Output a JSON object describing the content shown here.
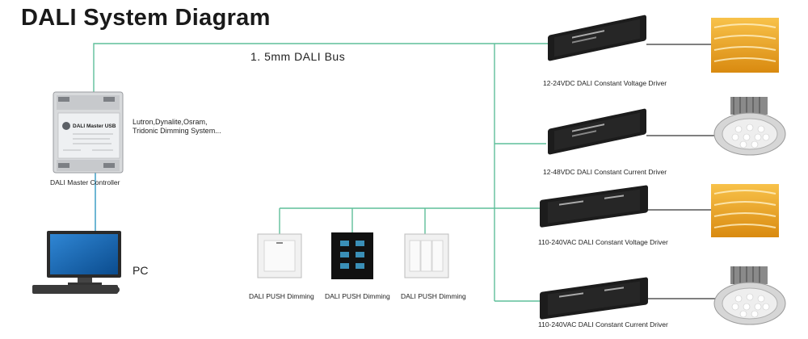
{
  "title": "DALI System Diagram",
  "bus_label": "1. 5mm DALI Bus",
  "controller": {
    "label": "DALI Master Controller",
    "device_text": "DALI Master USB",
    "protocols": [
      "Lutron,Dynalite,Osram,",
      "Tridonic Dimming System..."
    ]
  },
  "pc": {
    "label": "PC"
  },
  "switches": [
    {
      "label": "DALI  PUSH  Dimming",
      "style": "single-rocker-white"
    },
    {
      "label": "DALI  PUSH  Dimming",
      "style": "touch-panel-black"
    },
    {
      "label": "DALI  PUSH  Dimming",
      "style": "triple-rocker-white"
    }
  ],
  "drivers": [
    {
      "label": "12-24VDC DALI Constant  Voltage Driver",
      "load": "led-strip-icon"
    },
    {
      "label": "12-48VDC DALI Constant Current Driver",
      "load": "downlight-icon"
    },
    {
      "label": "110-240VAC DALI Constant  Voltage Driver",
      "load": "led-strip-icon"
    },
    {
      "label": "110-240VAC DALI Constant Current Driver",
      "load": "downlight-icon"
    }
  ],
  "colors": {
    "bus_line": "#5fbf9a",
    "pc_line": "#4aa3c9",
    "load_line": "#333333",
    "driver_body": "#1c1c1c",
    "strip_light": "#f2a21a"
  }
}
